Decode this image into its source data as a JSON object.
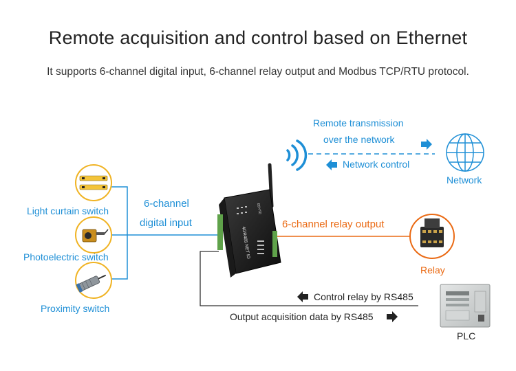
{
  "header": {
    "title": "Remote acquisition and control based on Ethernet",
    "subtitle": "It supports 6-channel digital input, 6-channel relay output and Modbus TCP/RTU protocol."
  },
  "inputs": {
    "items": [
      {
        "label": "Light curtain switch"
      },
      {
        "label": "Photoelectric switch"
      },
      {
        "label": "Proximity switch"
      }
    ],
    "channel_label_line1": "6-channel",
    "channel_label_line2": "digital input"
  },
  "device": {
    "model_text": "4GR485 NET IO",
    "brand_text": "EBYTE"
  },
  "network": {
    "remote_line1": "Remote transmission",
    "remote_line2": "over the network",
    "control_label": "Network control",
    "cloud_label": "Network"
  },
  "outputs": {
    "relay_channel_label": "6-channel relay output",
    "relay_label": "Relay",
    "control_rs485": "Control relay by RS485",
    "output_rs485": "Output acquisition data by RS485",
    "plc_label": "PLC"
  },
  "colors": {
    "blue": "#1e8fd6",
    "orange": "#ea6a14",
    "gold": "#f0b323",
    "dark": "#222222"
  }
}
